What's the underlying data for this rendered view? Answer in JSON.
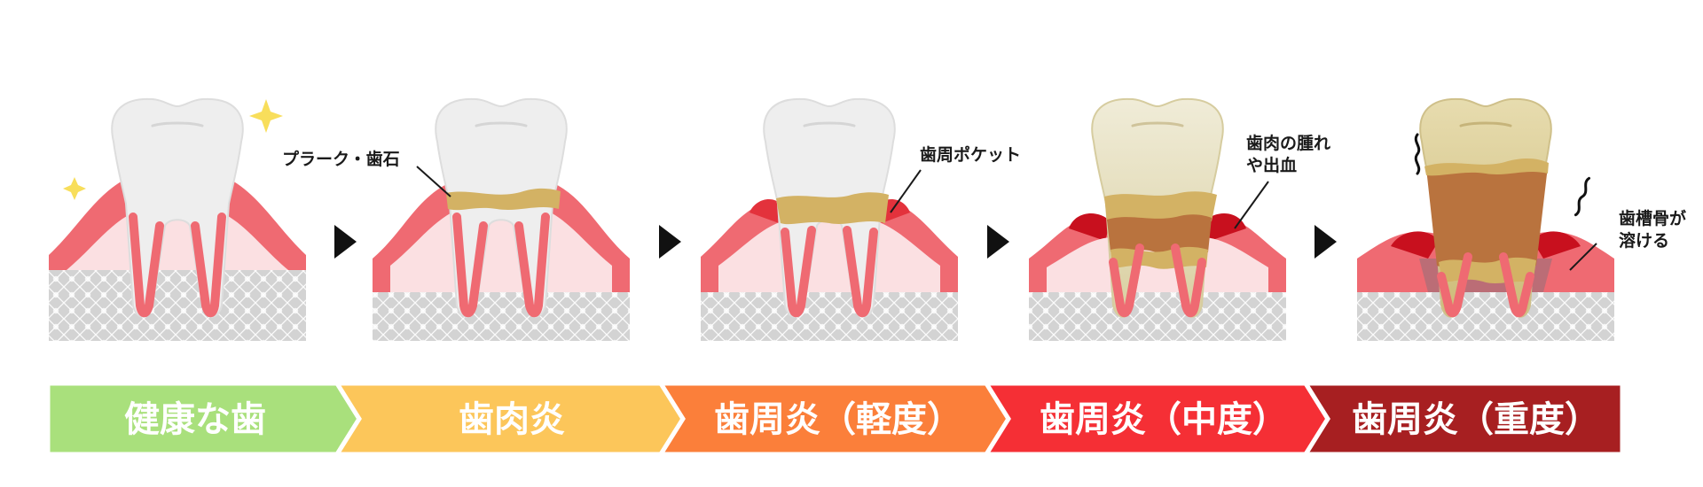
{
  "stages": [
    {
      "label": "健康な歯",
      "color": "#a9e07c"
    },
    {
      "label": "歯肉炎",
      "color": "#fcc65a"
    },
    {
      "label": "歯周炎（軽度）",
      "color": "#fb7f3a"
    },
    {
      "label": "歯周炎（中度）",
      "color": "#f52f35"
    },
    {
      "label": "歯周炎（重度）",
      "color": "#a71f21"
    }
  ],
  "annotations": {
    "plaque": "プラーク・歯石",
    "pocket": "歯周ポケット",
    "swelling_line1": "歯肉の腫れ",
    "swelling_line2": "や出血",
    "bone_line1": "歯槽骨が",
    "bone_line2": "溶ける"
  },
  "icons": {
    "sparkle": "sparkle-icon",
    "arrow": "play-triangle-icon",
    "pain": "wavy-pain-icon"
  },
  "colors": {
    "gum": "#ef6a72",
    "gum_inner": "#fbe0e2",
    "gum_inflamed": "#c8101e",
    "tooth": "#efefef",
    "plaque": "#d3b264",
    "decay": "#b9733e",
    "bone": "#cfcfcf",
    "sparkle": "#f8de5b"
  }
}
